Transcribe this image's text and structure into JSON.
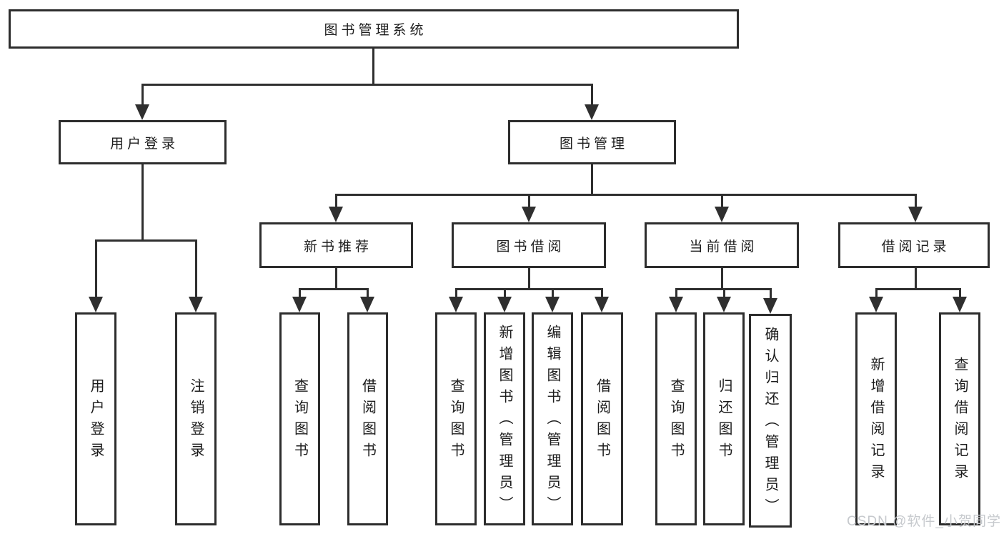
{
  "diagram": {
    "title": "图书管理系统",
    "root": {
      "label": "图书管理系统"
    },
    "branches": [
      {
        "label": "用户登录",
        "children": [
          {
            "label": "用户登录"
          },
          {
            "label": "注销登录"
          }
        ]
      },
      {
        "label": "图书管理",
        "children": [
          {
            "label": "新书推荐",
            "children": [
              {
                "label": "查询图书"
              },
              {
                "label": "借阅图书"
              }
            ]
          },
          {
            "label": "图书借阅",
            "children": [
              {
                "label": "查询图书"
              },
              {
                "label": "新增图书（管理员）"
              },
              {
                "label": "编辑图书（管理员）"
              },
              {
                "label": "借阅图书"
              }
            ]
          },
          {
            "label": "当前借阅",
            "children": [
              {
                "label": "查询图书"
              },
              {
                "label": "归还图书"
              },
              {
                "label": "确认归还（管理员）"
              }
            ]
          },
          {
            "label": "借阅记录",
            "children": [
              {
                "label": "新增借阅记录"
              },
              {
                "label": "查询借阅记录"
              }
            ]
          }
        ]
      }
    ]
  },
  "watermark": {
    "text": "CSDN @软件_小贺同学",
    "color": "#c6c9cd"
  },
  "colors": {
    "background": "#ffffff",
    "box_border": "#2d2d2d",
    "connector_line": "#2f2f2f",
    "text": "#1c1c1c"
  }
}
